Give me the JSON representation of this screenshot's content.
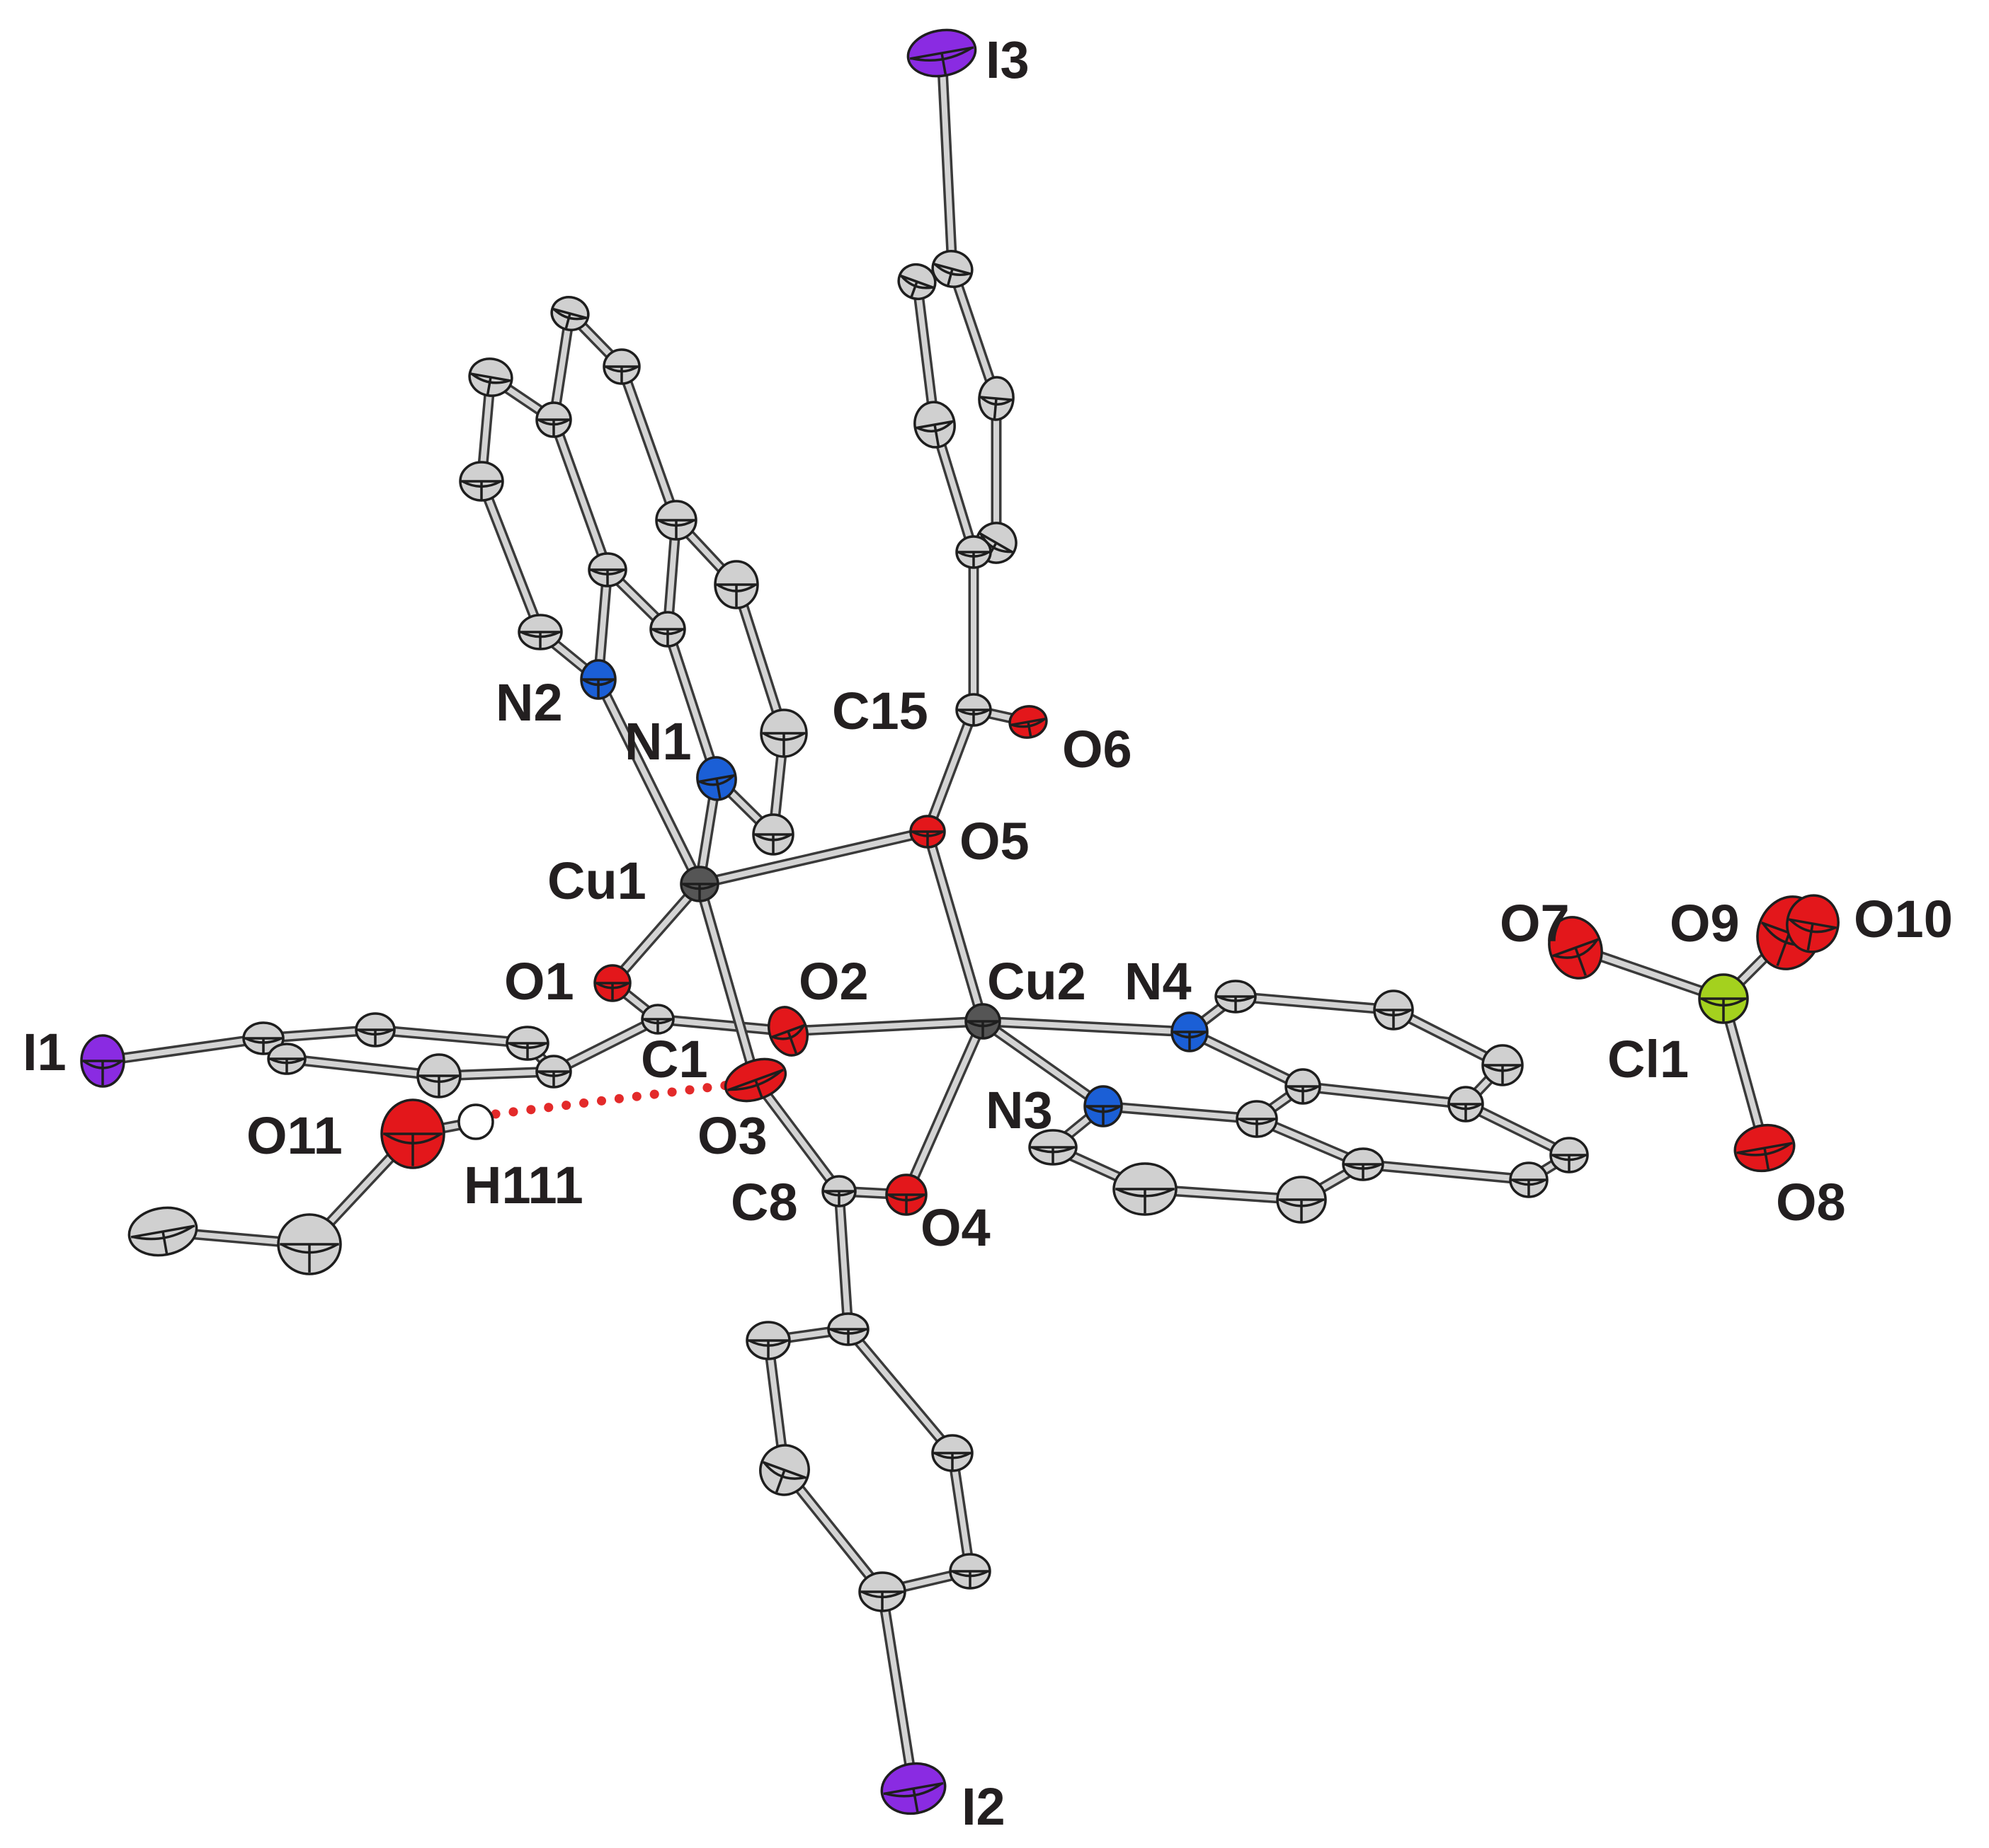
{
  "labels": {
    "I3": "I3",
    "I1": "I1",
    "I2": "I2",
    "N1": "N1",
    "N2": "N2",
    "N3": "N3",
    "N4": "N4",
    "C1": "C1",
    "C8": "C8",
    "C15": "C15",
    "Cu1": "Cu1",
    "Cu2": "Cu2",
    "O1": "O1",
    "O2": "O2",
    "O3": "O3",
    "O4": "O4",
    "O5": "O5",
    "O6": "O6",
    "O7": "O7",
    "O8": "O8",
    "O9": "O9",
    "O10": "O10",
    "O11": "O11",
    "H111": "H111",
    "Cl1": "Cl1"
  },
  "colors": {
    "carbon": "#d0d0d0",
    "copper": "#555555",
    "oxygen": "#e3171b",
    "nitrogen": "#1b5fd6",
    "iodine": "#8a2be2",
    "chlorine": "#a4d11e",
    "hydrogen": "#ffffff",
    "hbond": "#e32a2a",
    "text": "#231f20"
  }
}
